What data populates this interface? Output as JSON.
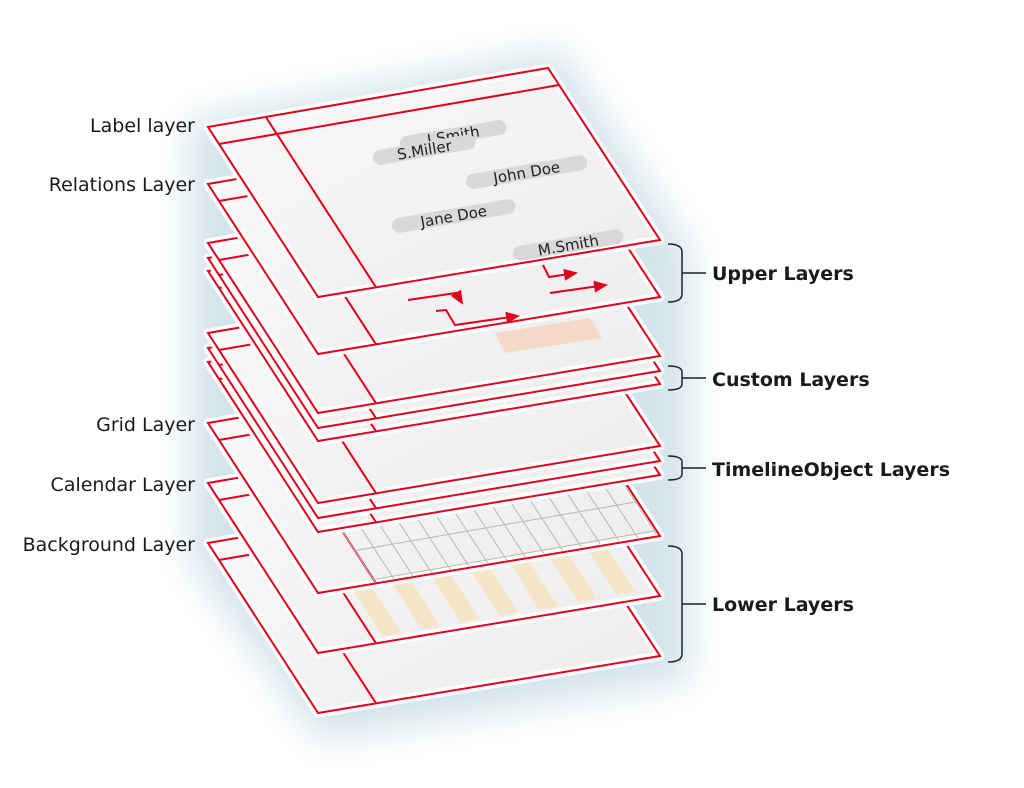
{
  "colors": {
    "sheet_outline": "#e0001a",
    "sheet_fill": "#f2f2f2",
    "custom_rect": "#f5d9c8",
    "calendar_stripe": "#f6e6c8",
    "grid_line": "#b8b8b8",
    "pill": "#d9d9d9",
    "object_blue": "#5aaee8",
    "object_green": "#4cb060",
    "object_orange": "#f0a030",
    "object_yellow": "#f5d830"
  },
  "layer_labels": [
    {
      "text": "Label layer"
    },
    {
      "text": "Relations Layer"
    },
    {
      "text": "Grid Layer"
    },
    {
      "text": "Calendar Layer"
    },
    {
      "text": "Background Layer"
    }
  ],
  "groups": [
    {
      "text": "Upper Layers"
    },
    {
      "text": "Custom Layers"
    },
    {
      "text": "TimelineObject Layers"
    },
    {
      "text": "Lower Layers"
    }
  ],
  "names": [
    "J.Smith",
    "S.Miller",
    "John Doe",
    "Jane Doe",
    "M.Smith"
  ]
}
